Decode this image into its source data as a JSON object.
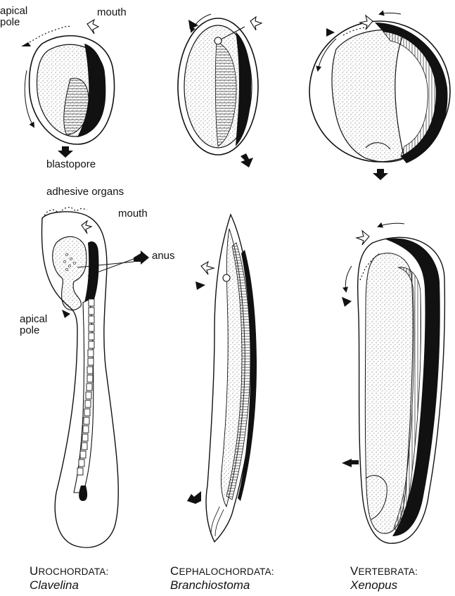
{
  "labels": {
    "apical_pole_top": "apical\npole",
    "mouth_top": "mouth",
    "blastopore": "blastopore",
    "adhesive_organs": "adhesive organs",
    "mouth_mid": "mouth",
    "anus": "anus",
    "apical_pole_bottom": "apical\npole"
  },
  "captions": [
    {
      "group_first": "U",
      "group_rest": "ROCHORDATA:",
      "genus": "Clavelina"
    },
    {
      "group_first": "C",
      "group_rest": "EPHALOCHORDATA:",
      "genus": "Branchiostoma"
    },
    {
      "group_first": "V",
      "group_rest": "ERTEBRATA:",
      "genus": "Xenopus"
    }
  ],
  "colors": {
    "ink": "#111111",
    "background": "#ffffff"
  }
}
